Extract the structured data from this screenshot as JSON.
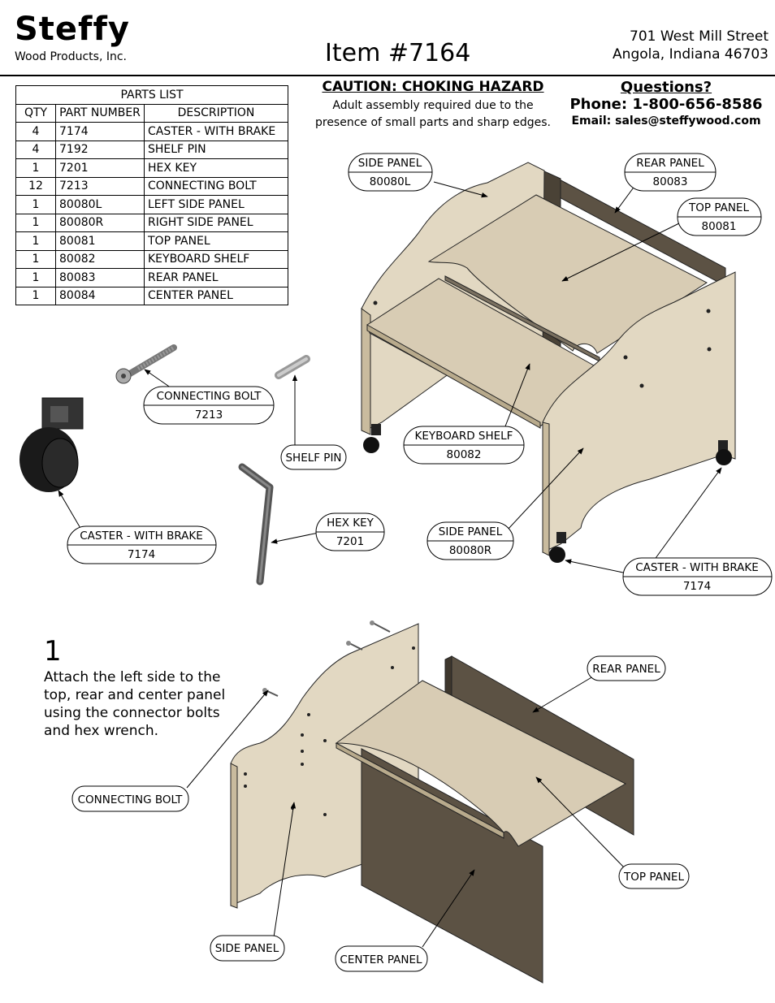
{
  "header": {
    "brand": "Steffy",
    "brand_sub": "Wood Products, Inc.",
    "item": "Item #7164",
    "address_line1": "701 West Mill Street",
    "address_line2": "Angola, Indiana  46703"
  },
  "parts_list": {
    "title": "PARTS LIST",
    "columns": [
      "QTY",
      "PART NUMBER",
      "DESCRIPTION"
    ],
    "rows": [
      {
        "qty": "4",
        "part": "7174",
        "desc": "CASTER - WITH BRAKE"
      },
      {
        "qty": "4",
        "part": "7192",
        "desc": "SHELF PIN"
      },
      {
        "qty": "1",
        "part": "7201",
        "desc": "HEX KEY"
      },
      {
        "qty": "12",
        "part": "7213",
        "desc": "CONNECTING BOLT"
      },
      {
        "qty": "1",
        "part": "80080L",
        "desc": "LEFT SIDE PANEL"
      },
      {
        "qty": "1",
        "part": "80080R",
        "desc": "RIGHT SIDE PANEL"
      },
      {
        "qty": "1",
        "part": "80081",
        "desc": "TOP PANEL"
      },
      {
        "qty": "1",
        "part": "80082",
        "desc": "KEYBOARD SHELF"
      },
      {
        "qty": "1",
        "part": "80083",
        "desc": "REAR PANEL"
      },
      {
        "qty": "1",
        "part": "80084",
        "desc": "CENTER PANEL"
      }
    ]
  },
  "caution": {
    "title": "CAUTION:  CHOKING HAZARD",
    "line1": "Adult assembly required due to the",
    "line2": "presence of small parts and sharp edges."
  },
  "questions": {
    "title": "Questions?",
    "phone": "Phone: 1-800-656-8586",
    "email": "Email:  sales@steffywood.com"
  },
  "callouts_top": {
    "side_panel_l": {
      "name": "SIDE PANEL",
      "code": "80080L"
    },
    "rear_panel": {
      "name": "REAR PANEL",
      "code": "80083"
    },
    "top_panel": {
      "name": "TOP PANEL",
      "code": "80081"
    },
    "connecting_bolt": {
      "name": "CONNECTING BOLT",
      "code": "7213"
    },
    "shelf_pin": {
      "name": "SHELF PIN"
    },
    "keyboard_shelf": {
      "name": "KEYBOARD SHELF",
      "code": "80082"
    },
    "caster_left": {
      "name": "CASTER - WITH BRAKE",
      "code": "7174"
    },
    "hex_key": {
      "name": "HEX KEY",
      "code": "7201"
    },
    "side_panel_r": {
      "name": "SIDE PANEL",
      "code": "80080R"
    },
    "caster_right": {
      "name": "CASTER - WITH BRAKE",
      "code": "7174"
    }
  },
  "step1": {
    "number": "1",
    "line1": "Attach the left side to the",
    "line2": "top, rear and center panel",
    "line3": "using the connector bolts",
    "line4": "and hex wrench."
  },
  "callouts_step1": {
    "rear_panel": "REAR PANEL",
    "connecting_bolt": "CONNECTING BOLT",
    "top_panel": "TOP PANEL",
    "side_panel": "SIDE PANEL",
    "center_panel": "CENTER PANEL"
  },
  "colors": {
    "wood_light": "#d8ccb4",
    "wood_panel": "#e2d8c2",
    "wood_dark": "#5c5244",
    "wood_edge": "#b8aa8c"
  }
}
